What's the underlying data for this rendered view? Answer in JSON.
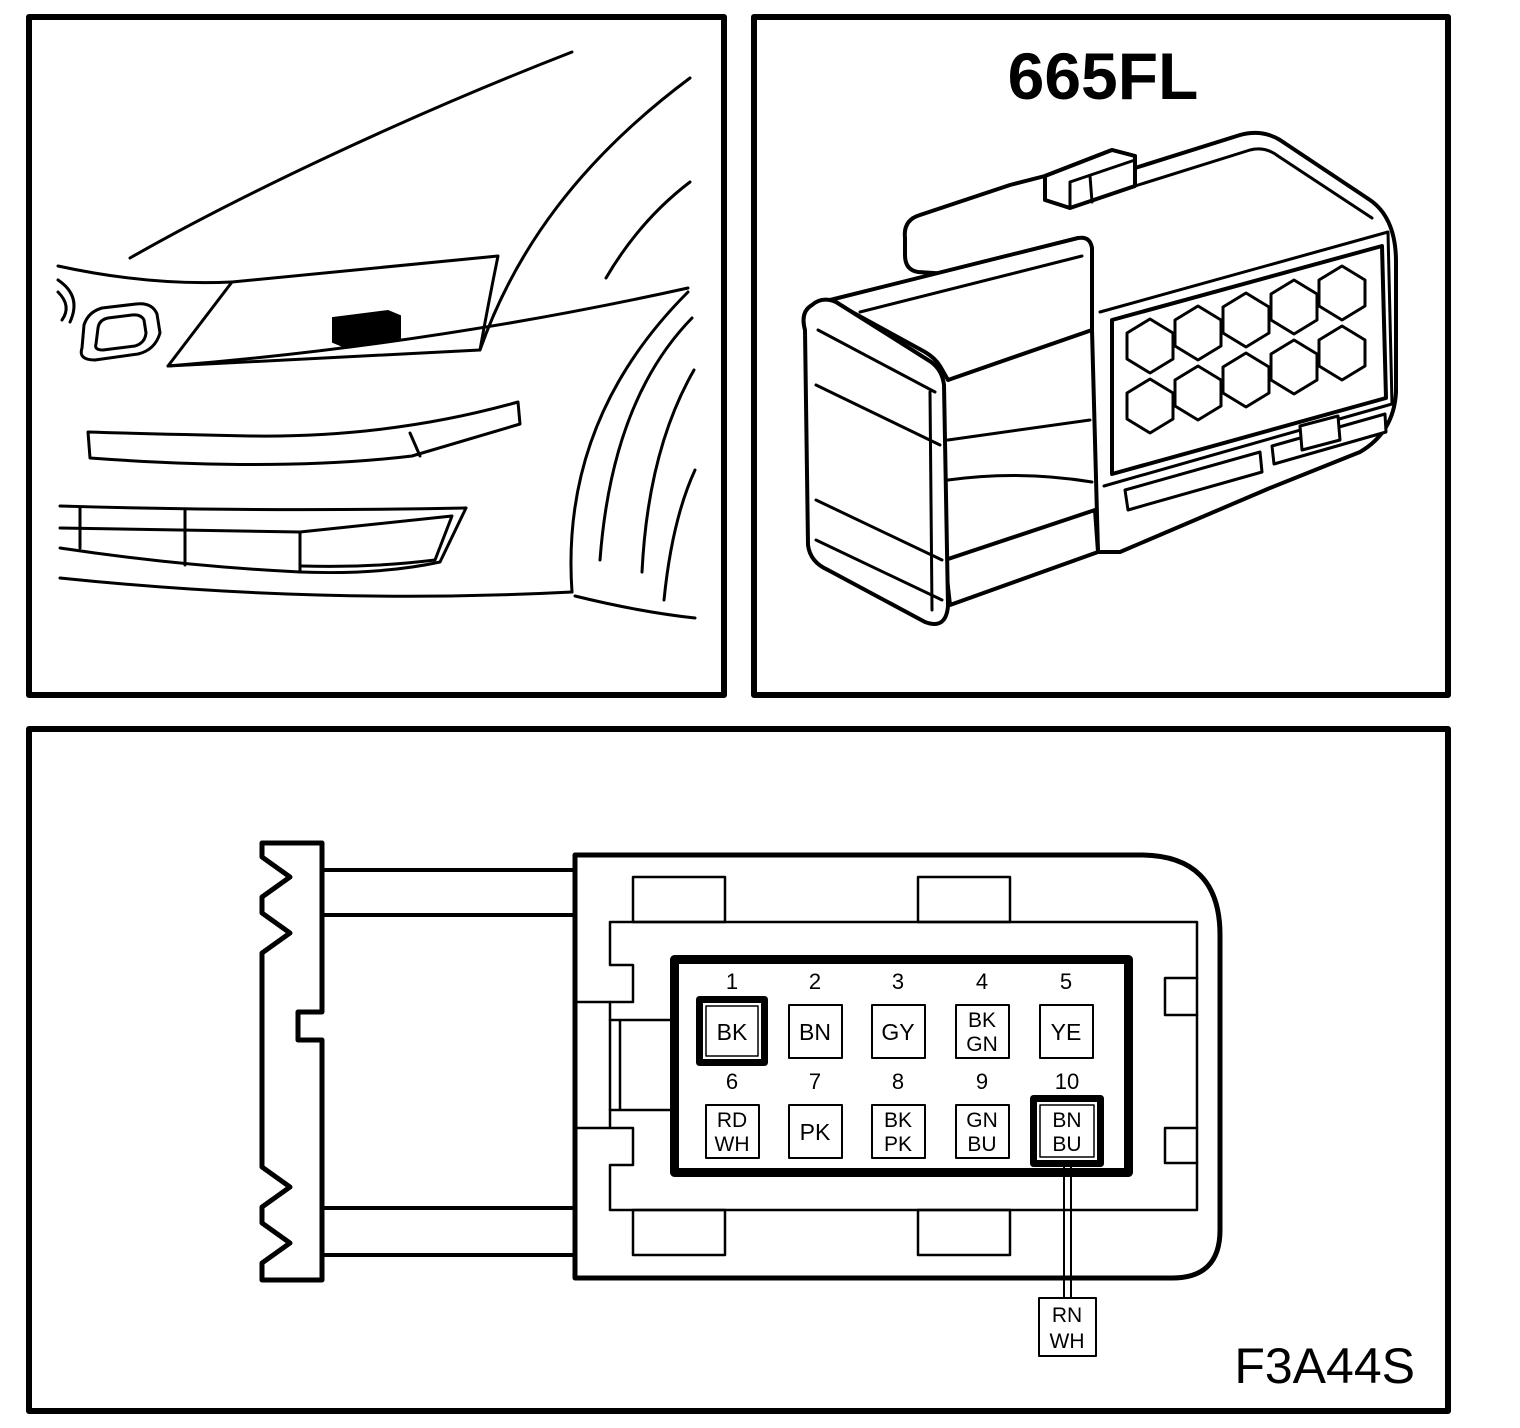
{
  "figure_id": "F3A44S",
  "location_view": {
    "marker_color": "#000000"
  },
  "connector_view": {
    "title": "665FL"
  },
  "pinout": {
    "top_row": [
      {
        "number": "1",
        "color": [
          "BK"
        ],
        "highlight": true
      },
      {
        "number": "2",
        "color": [
          "BN"
        ]
      },
      {
        "number": "3",
        "color": [
          "GY"
        ]
      },
      {
        "number": "4",
        "color": [
          "BK",
          "GN"
        ]
      },
      {
        "number": "5",
        "color": [
          "YE"
        ]
      }
    ],
    "bottom_row": [
      {
        "number": "6",
        "color": [
          "RD",
          "WH"
        ]
      },
      {
        "number": "7",
        "color": [
          "PK"
        ]
      },
      {
        "number": "8",
        "color": [
          "BK",
          "PK"
        ]
      },
      {
        "number": "9",
        "color": [
          "GN",
          "BU"
        ]
      },
      {
        "number": "10",
        "color": [
          "BN",
          "BU"
        ],
        "highlight": true
      }
    ],
    "lead_wire": {
      "color": [
        "RN",
        "WH"
      ]
    }
  },
  "colors": {
    "line": "#000000",
    "background": "#ffffff"
  }
}
